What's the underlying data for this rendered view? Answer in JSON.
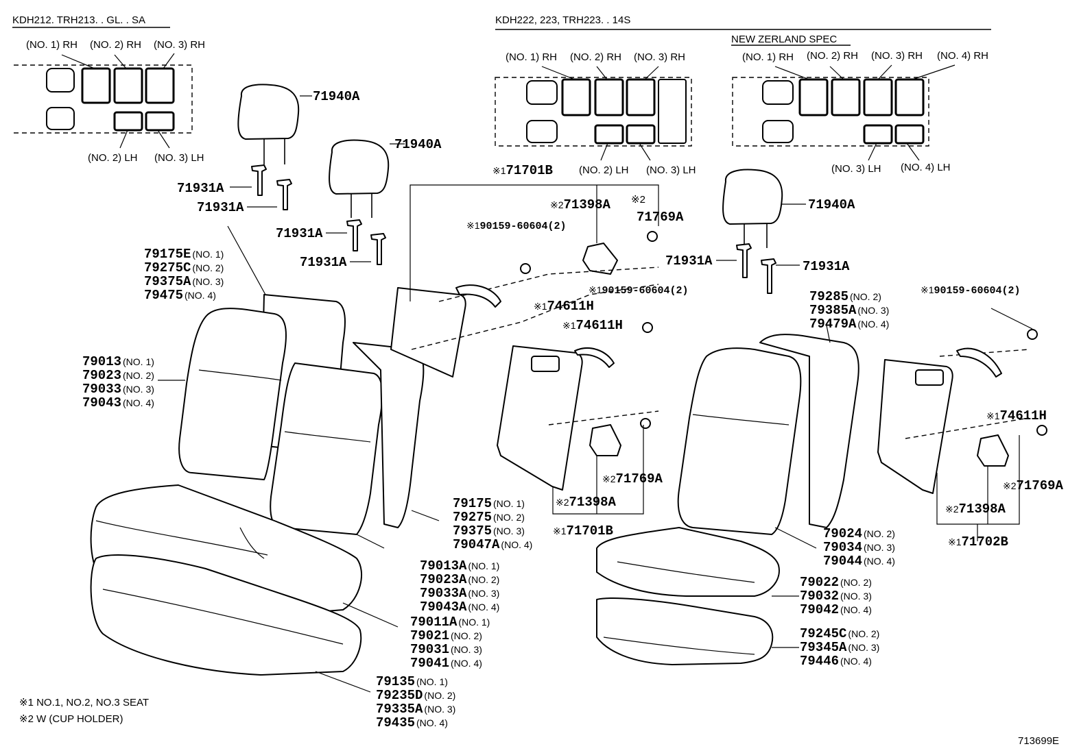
{
  "headers": {
    "left": "KDH212. TRH213. . GL. . SA",
    "right": "KDH222, 223, TRH223. . 14S",
    "nz": "NEW ZERLAND SPEC"
  },
  "pos_left": {
    "rh1": "(NO. 1) RH",
    "rh2": "(NO. 2) RH",
    "rh3": "(NO. 3) RH",
    "lh2": "(NO. 2) LH",
    "lh3": "(NO. 3) LH"
  },
  "pos_mid": {
    "rh1": "(NO. 1) RH",
    "rh2": "(NO. 2) RH",
    "rh3": "(NO. 3) RH",
    "lh2": "(NO. 2) LH",
    "lh3": "(NO. 3) LH"
  },
  "pos_nz": {
    "rh1": "(NO. 1) RH",
    "rh2": "(NO. 2) RH",
    "rh3": "(NO. 3) RH",
    "rh4": "(NO. 4) RH",
    "lh3": "(NO. 3) LH",
    "lh4": "(NO. 4) LH"
  },
  "parts": {
    "p71940A_1": "71940A",
    "p71940A_2": "71940A",
    "p71940A_3": "71940A",
    "p71931A_1": "71931A",
    "p71931A_2": "71931A",
    "p71931A_3": "71931A",
    "p71931A_4": "71931A",
    "p71931A_5": "71931A",
    "p71931A_6": "71931A",
    "p71701B_top": "71701B",
    "p71701B_bot": "71701B",
    "p71702B": "71702B",
    "p71398A_1": "71398A",
    "p71398A_2": "71398A",
    "p71398A_3": "71398A",
    "p71769A_1": "71769A",
    "p71769A_2": "71769A",
    "p71769A_3": "71769A",
    "p74611H_1": "74611H",
    "p74611H_2": "74611H",
    "p74611H_3": "74611H",
    "p90159_1": "90159-60604(2)",
    "p90159_2": "90159-60604(2)",
    "p90159_3": "90159-60604(2)"
  },
  "marks": {
    "m1": "※1",
    "m2": "※2"
  },
  "groups": {
    "g79175E": [
      [
        "79175E",
        "(NO. 1)"
      ],
      [
        "79275C",
        "(NO. 2)"
      ],
      [
        "79375A",
        "(NO. 3)"
      ],
      [
        "79475",
        "(NO. 4)"
      ]
    ],
    "g79013": [
      [
        "79013",
        "(NO. 1)"
      ],
      [
        "79023",
        "(NO. 2)"
      ],
      [
        "79033",
        "(NO. 3)"
      ],
      [
        "79043",
        "(NO. 4)"
      ]
    ],
    "g79175": [
      [
        "79175",
        "(NO. 1)"
      ],
      [
        "79275",
        "(NO. 2)"
      ],
      [
        "79375",
        "(NO. 3)"
      ],
      [
        "79047A",
        "(NO. 4)"
      ]
    ],
    "g79013A": [
      [
        "79013A",
        "(NO. 1)"
      ],
      [
        "79023A",
        "(NO. 2)"
      ],
      [
        "79033A",
        "(NO. 3)"
      ],
      [
        "79043A",
        "(NO. 4)"
      ]
    ],
    "g79011A": [
      [
        "79011A",
        "(NO. 1)"
      ],
      [
        "79021",
        "(NO. 2)"
      ],
      [
        "79031",
        "(NO. 3)"
      ],
      [
        "79041",
        "(NO. 4)"
      ]
    ],
    "g79135": [
      [
        "79135",
        "(NO. 1)"
      ],
      [
        "79235D",
        "(NO. 2)"
      ],
      [
        "79335A",
        "(NO. 3)"
      ],
      [
        "79435",
        "(NO. 4)"
      ]
    ],
    "g79285": [
      [
        "79285",
        "(NO. 2)"
      ],
      [
        "79385A",
        "(NO. 3)"
      ],
      [
        "79479A",
        "(NO. 4)"
      ]
    ],
    "g79024": [
      [
        "79024",
        "(NO. 2)"
      ],
      [
        "79034",
        "(NO. 3)"
      ],
      [
        "79044",
        "(NO. 4)"
      ]
    ],
    "g79022": [
      [
        "79022",
        "(NO. 2)"
      ],
      [
        "79032",
        "(NO. 3)"
      ],
      [
        "79042",
        "(NO. 4)"
      ]
    ],
    "g79245C": [
      [
        "79245C",
        "(NO. 2)"
      ],
      [
        "79345A",
        "(NO. 3)"
      ],
      [
        "79446",
        "(NO. 4)"
      ]
    ]
  },
  "notes": {
    "n1": "※1  NO.1, NO.2, NO.3 SEAT",
    "n2": "※2  W (CUP  HOLDER)"
  },
  "diagram_id": "713699E"
}
